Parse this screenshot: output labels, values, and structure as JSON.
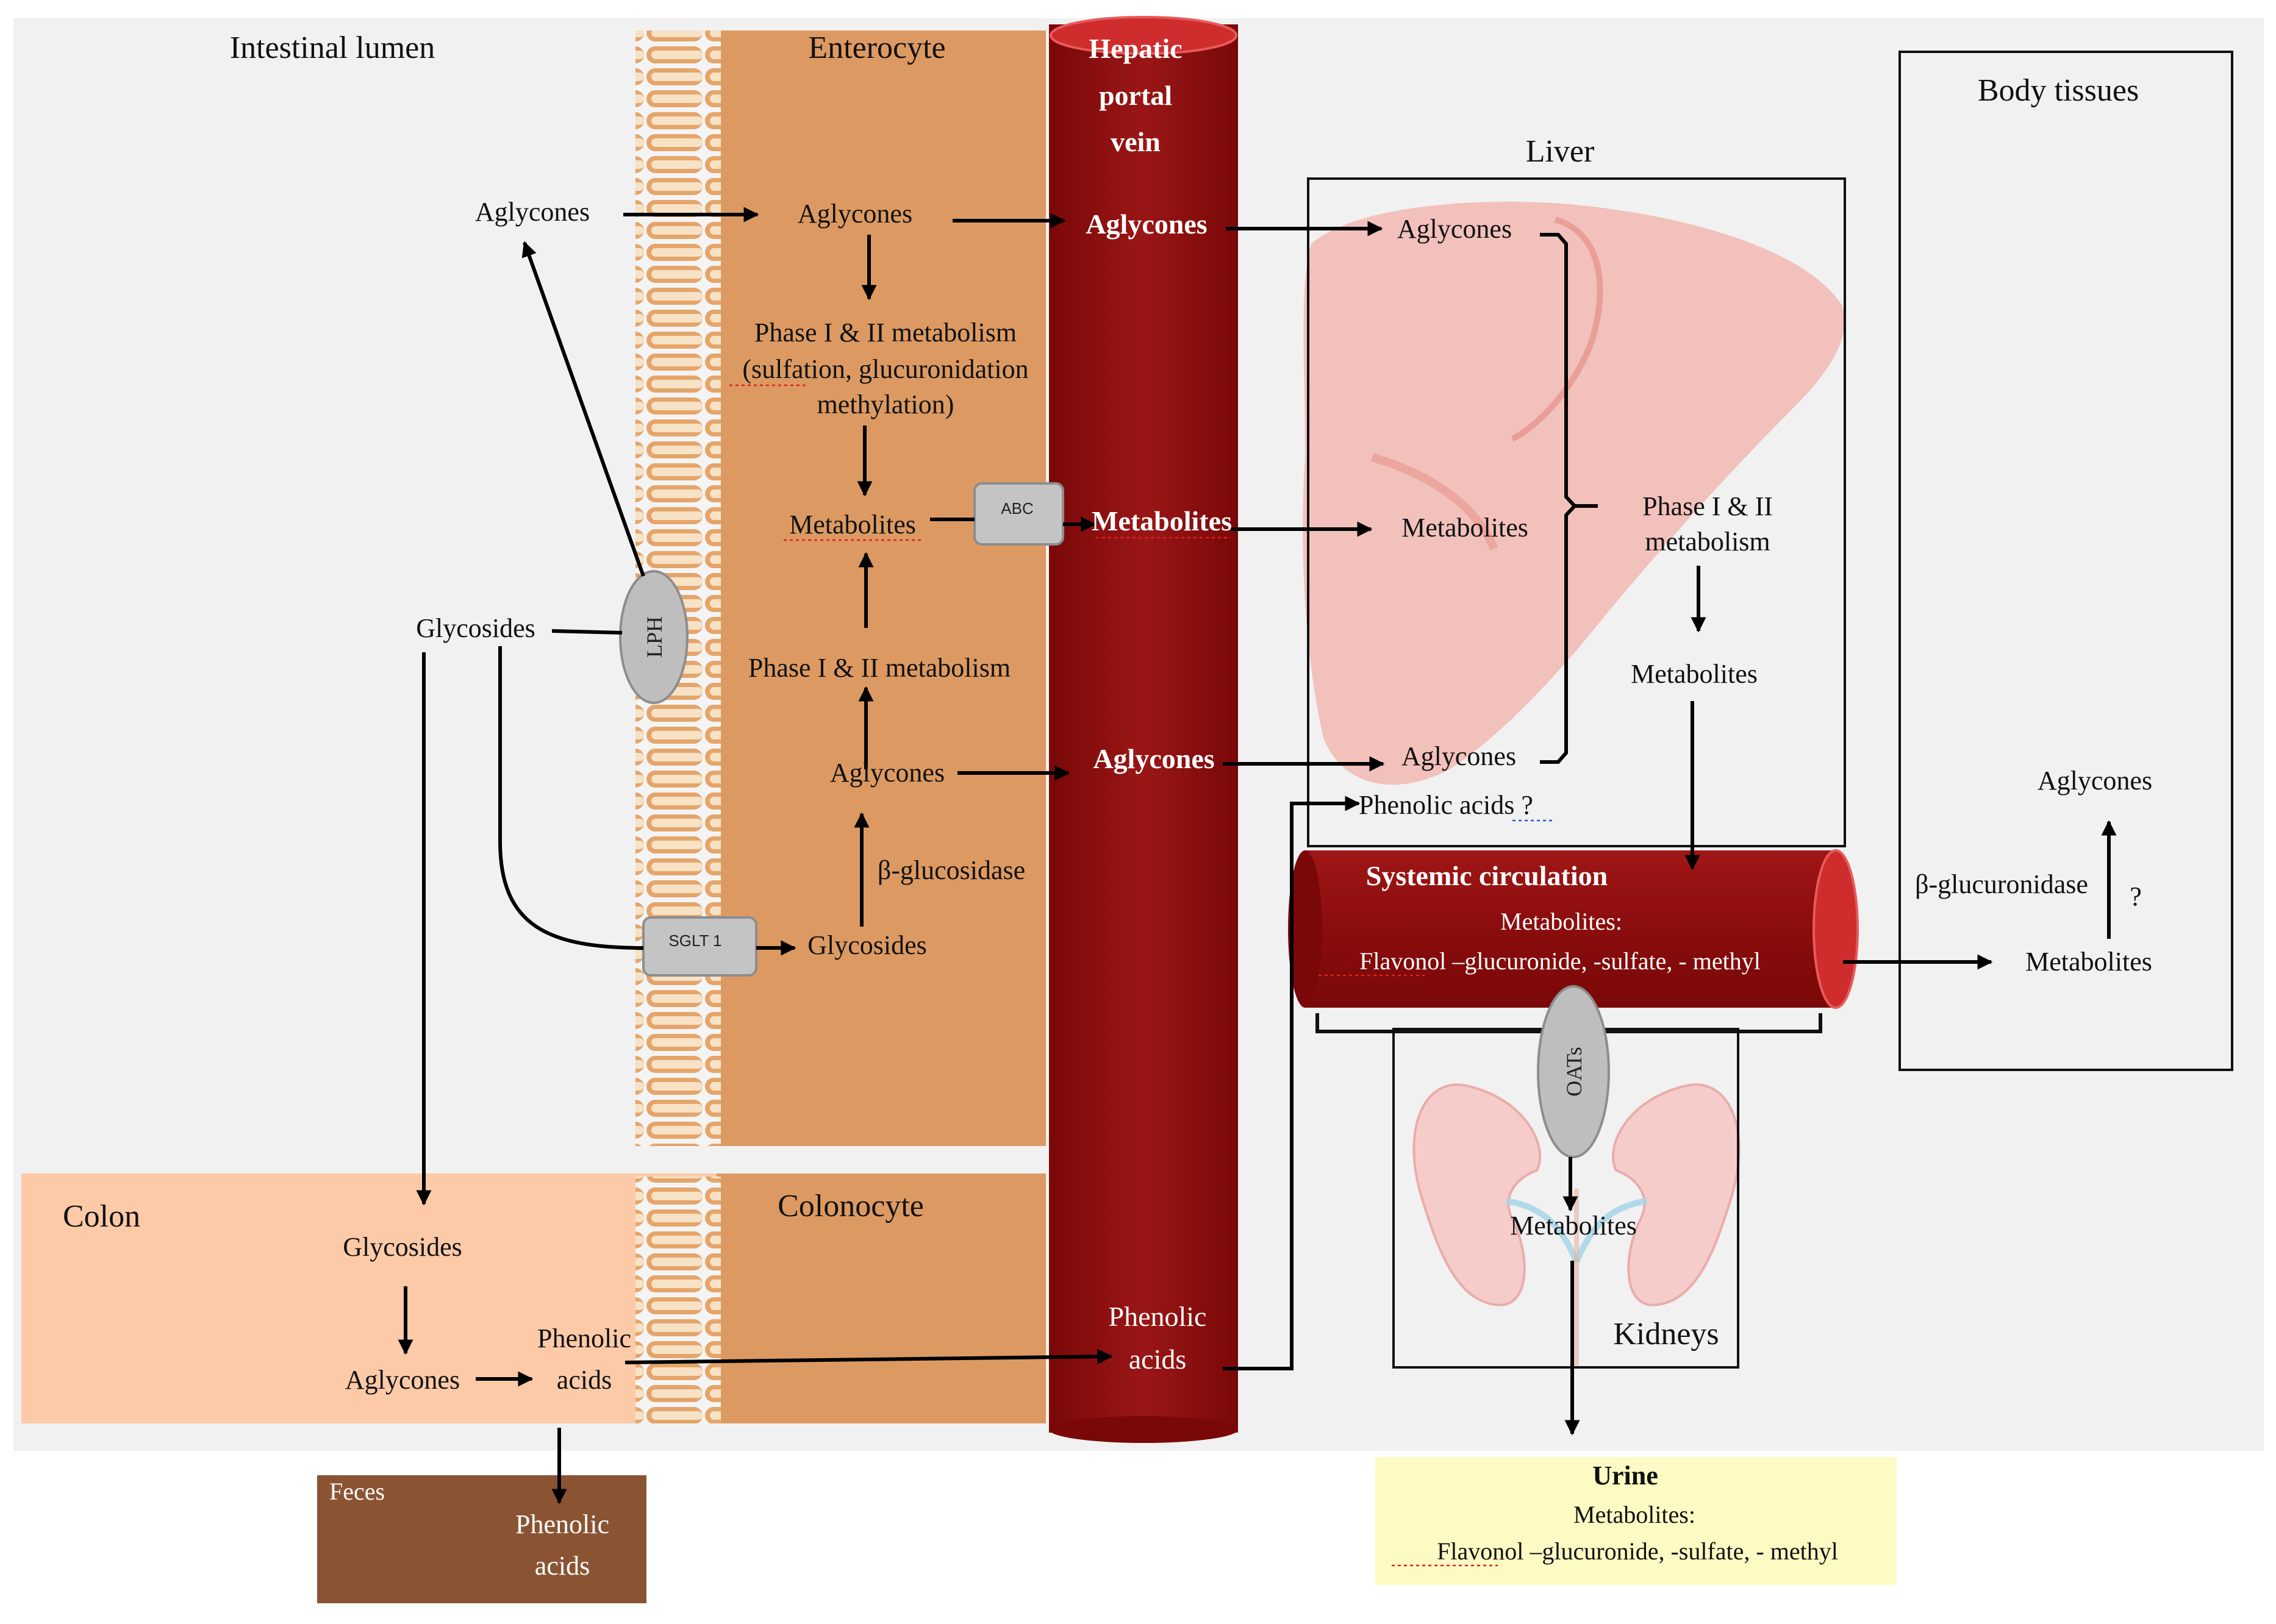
{
  "compartments": {
    "intestinal_lumen": "Intestinal lumen",
    "enterocyte": "Enterocyte",
    "hepatic_portal_vein": [
      "Hepatic",
      "portal",
      "vein"
    ],
    "liver": "Liver",
    "body_tissues": "Body tissues",
    "colon": "Colon",
    "colonocyte": "Colonocyte",
    "kidneys": "Kidneys",
    "feces": "Feces",
    "urine": "Urine",
    "systemic_circulation": "Systemic circulation"
  },
  "lumen": {
    "aglycones": "Aglycones",
    "glycosides": "Glycosides"
  },
  "enterocyte": {
    "aglycones_top": "Aglycones",
    "phase_metabolism_1": "Phase I & II metabolism",
    "phase_metabolism_2": "(sulfation, glucuronidation",
    "phase_metabolism_3": "methylation)",
    "metabolites": "Metabolites",
    "phase_metabolism_lower": "Phase I & II metabolism",
    "aglycones_lower": "Aglycones",
    "beta_glucosidase": "β-glucosidase",
    "glycosides": "Glycosides"
  },
  "transporters": {
    "lph": "LPH",
    "abc": "ABC",
    "sglt1": "SGLT 1",
    "oats": "OATs"
  },
  "portal_vein": {
    "aglycones_top": "Aglycones",
    "metabolites": "Metabolites",
    "aglycones_lower": "Aglycones",
    "phenolic_acids_1": "Phenolic",
    "phenolic_acids_2": "acids"
  },
  "liver": {
    "aglycones_top": "Aglycones",
    "metabolites_in": "Metabolites",
    "aglycones_lower": "Aglycones",
    "phenolic_acids": "Phenolic acids ?",
    "phase_1": "Phase I & II",
    "phase_2": "metabolism",
    "metabolites_out": "Metabolites"
  },
  "systemic": {
    "metabolites_label": "Metabolites:",
    "metabolites_detail": "Flavonol –glucuronide, -sulfate, - methyl"
  },
  "body_tissues": {
    "aglycones": "Aglycones",
    "beta_glucuronidase": "β-glucuronidase",
    "question": "?",
    "metabolites": "Metabolites"
  },
  "kidneys": {
    "metabolites": "Metabolites"
  },
  "colon": {
    "glycosides": "Glycosides",
    "aglycones": "Aglycones",
    "phenolic_acids_1": "Phenolic",
    "phenolic_acids_2": "acids"
  },
  "feces": {
    "phenolic_acids_1": "Phenolic",
    "phenolic_acids_2": "acids"
  },
  "urine": {
    "metabolites_label": "Metabolites:",
    "metabolites_detail": "Flavonol –glucuronide, -sulfate, - methyl"
  },
  "colors": {
    "panel_background": "#f1f1f1",
    "enterocyte": "#dc9a62",
    "colon": "#fdcaa8",
    "portal_vein": "#8e0e0e",
    "feces": "#8a5433",
    "urine_box": "#fdfbc3",
    "liver_tint": "#f2b0a8",
    "kidney_tint": "#f7c8c6",
    "transporter": "#bebebe"
  }
}
